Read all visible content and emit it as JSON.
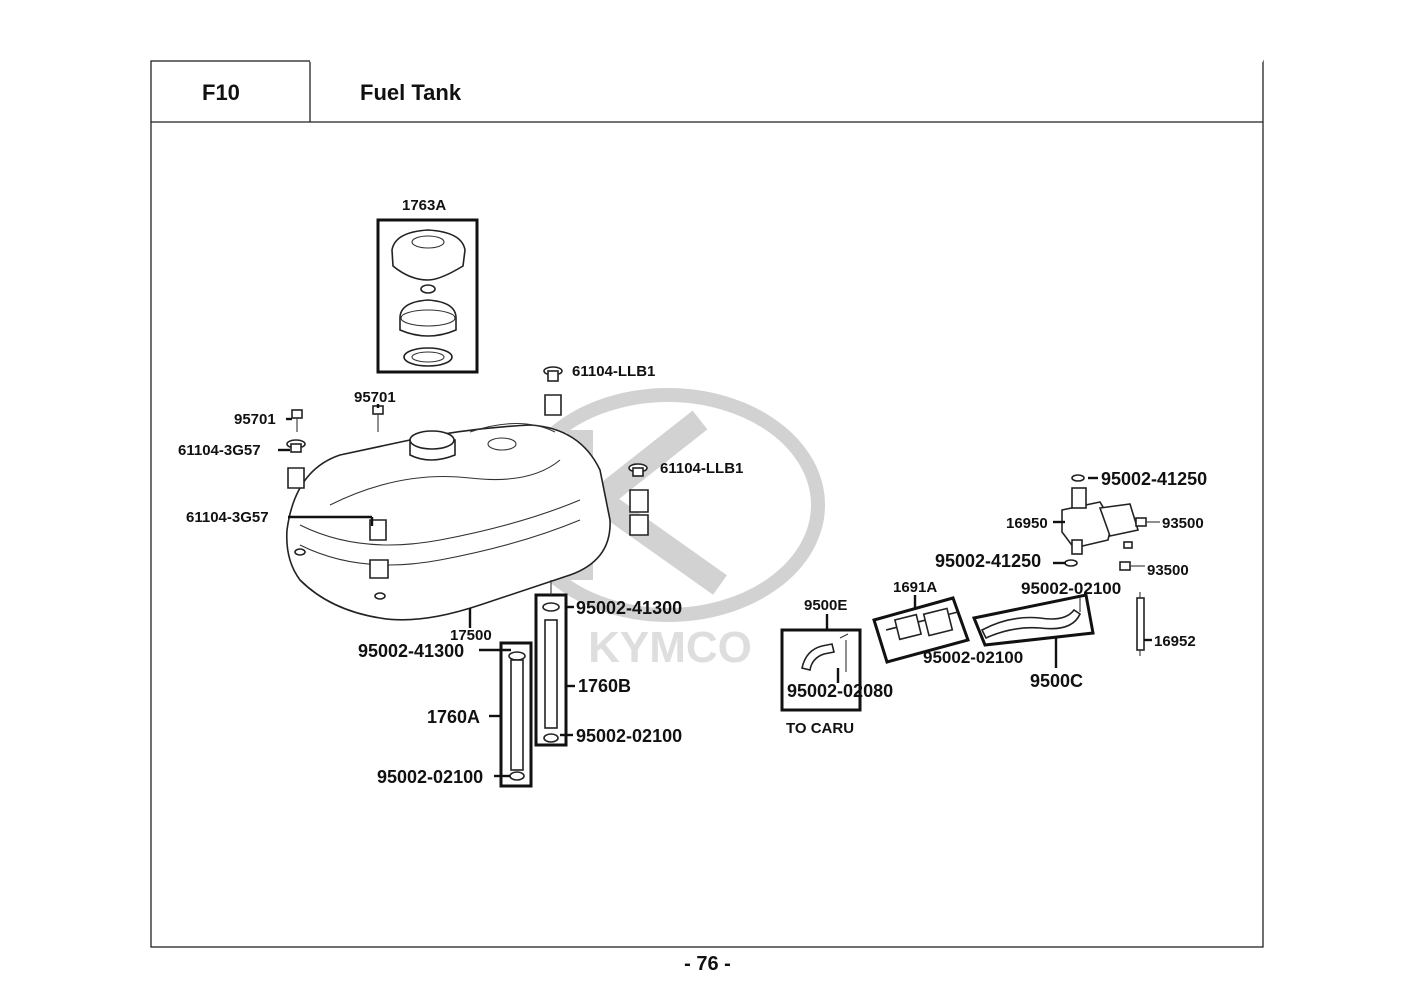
{
  "header": {
    "code": "F10",
    "title": "Fuel Tank"
  },
  "page_number": "- 76 -",
  "watermark": "KYMCO",
  "labels": {
    "cap_assy": "1763A",
    "screw_left": "95701",
    "screw_mid": "95701",
    "rubber_tl": "61104-LLB1",
    "rubber_tr": "61104-LLB1",
    "rubber_left1": "61104-3G57",
    "rubber_left2": "61104-3G57",
    "tank": "17500",
    "clamp_a_top": "95002-41300",
    "tube_a": "1760A",
    "clamp_a_bottom": "95002-02100",
    "clamp_b_top": "95002-41300",
    "tube_b": "1760B",
    "clamp_b_bottom": "95002-02100",
    "hose_e": "9500E",
    "clip_e": "95002-02080",
    "to_caru": "TO CARU",
    "filter": "1691A",
    "hose_c": "9500C",
    "clip_c_top": "95002-02100",
    "clip_c_bottom": "95002-02100",
    "cock_clamp_top": "95002-41250",
    "cock_clamp_mid": "95002-41250",
    "fuel_cock": "16950",
    "screw_a": "93500",
    "screw_b": "93500",
    "gauge_rod": "16952"
  }
}
